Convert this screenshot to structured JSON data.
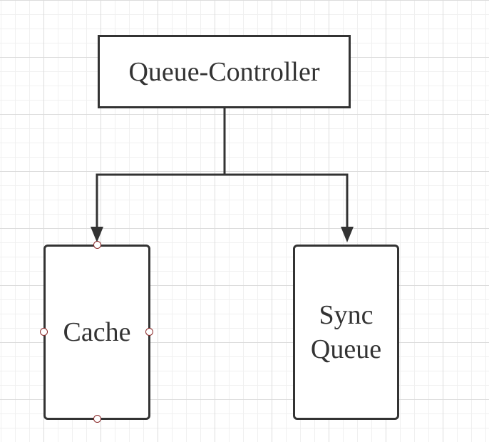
{
  "diagram": {
    "nodes": {
      "controller": {
        "label": "Queue-Controller"
      },
      "cache": {
        "label": "Cache"
      },
      "sync": {
        "line1": "Sync",
        "line2": "Queue"
      }
    },
    "colors": {
      "stroke": "#333333",
      "handle": "#8b2a2a",
      "grid_major": "#dcdcdc",
      "grid_minor": "#f0f0f0"
    },
    "selected_node": "cache"
  }
}
